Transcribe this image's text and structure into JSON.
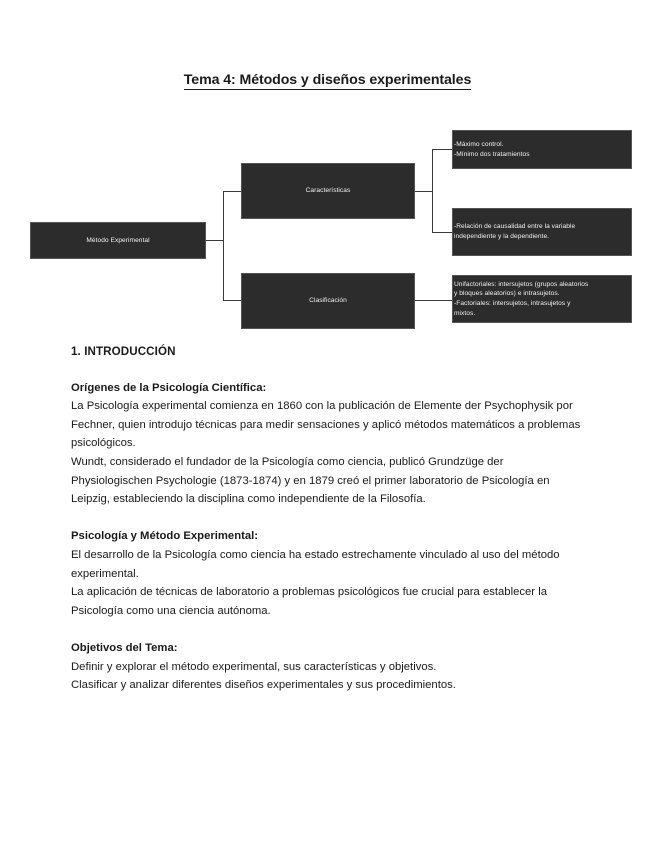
{
  "document": {
    "title": "Tema 4: Métodos y diseños experimentales"
  },
  "diagram": {
    "root": {
      "label": "Método Experimental"
    },
    "branches": [
      {
        "label": "Características",
        "details": [
          {
            "lines": [
              "-Máximo control.",
              "-Mínimo dos tratamientos"
            ]
          },
          {
            "lines": [
              "-Relación de causalidad entre la variable",
              "independiente y la dependiente."
            ]
          }
        ]
      },
      {
        "label": "Clasificación",
        "details": [
          {
            "lines": [
              " Unifactoriales: intersujetos (grupos aleatorios",
              "y bloques aleatorios) e intrasujetos.",
              "-Factoriales: intersujetos, intrasujetos y",
              "mixtos."
            ]
          }
        ]
      }
    ]
  },
  "content": {
    "section_heading": "1. INTRODUCCIÓN",
    "blocks": [
      {
        "subheading": "Orígenes de la Psicología Científica:",
        "paragraphs": [
          "La Psicología experimental comienza en 1860 con la publicación de Elemente der Psychophysik por Fechner, quien introdujo técnicas para medir sensaciones y aplicó métodos matemáticos a problemas psicológicos.",
          "Wundt, considerado el fundador de la Psicología como ciencia, publicó Grundzüge der Physiologischen Psychologie (1873-1874) y en 1879 creó el primer laboratorio de Psicología en Leipzig, estableciendo la disciplina como independiente de la Filosofía."
        ]
      },
      {
        "subheading": "Psicología y Método Experimental:",
        "paragraphs": [
          "El desarrollo de la Psicología como ciencia ha estado estrechamente vinculado al uso del método experimental.",
          "La aplicación de técnicas de laboratorio a problemas psicológicos fue crucial para establecer la Psicología como una ciencia autónoma."
        ]
      },
      {
        "subheading": "Objetivos del Tema:",
        "paragraphs": [
          "Definir y explorar el método experimental, sus características y objetivos.",
          "Clasificar y analizar diferentes diseños experimentales y sus procedimientos."
        ]
      }
    ]
  },
  "style": {
    "node_fill": "#2c2c2c",
    "node_border": "#555555",
    "node_text": "#f2f2f2",
    "page_bg": "#ffffff",
    "body_text": "#1a1a1a"
  }
}
